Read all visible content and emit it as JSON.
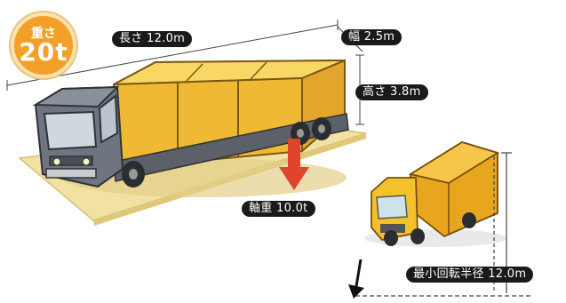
{
  "weight_badge": {
    "title": "重さ",
    "value": "20t"
  },
  "labels": {
    "length": "長さ 12.0m",
    "width": "幅 2.5m",
    "height": "高さ 3.8m",
    "axle_load": "軸重 10.0t",
    "turning_radius": "最小回転半径 12.0m"
  },
  "colors": {
    "cargo": "#f4c542",
    "cab": "#6f7580",
    "platform": "#f1e1a2",
    "arrow": "#e0442c",
    "badge": "#f2a02a",
    "small_truck_cab": "#f3c12b",
    "small_truck_box": "#e8a51e"
  }
}
